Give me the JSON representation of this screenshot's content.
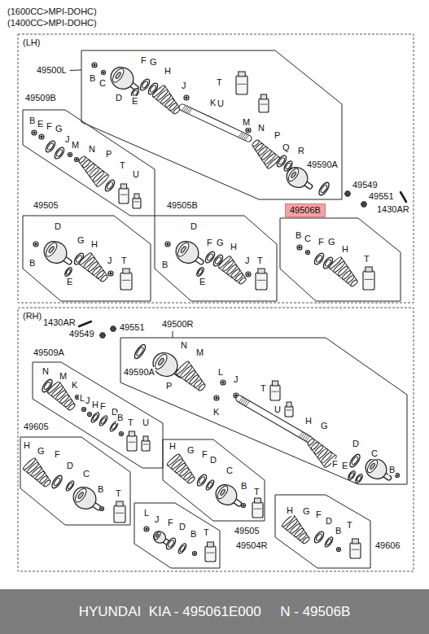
{
  "diagram": {
    "caption": "HYUNDAI  KIA - 495061E000     N - 49506B",
    "nodes": [
      {
        "text": [
          "(LH)"
        ]
      },
      {
        "text": [
          "49500L"
        ],
        "in": 0
      },
      {
        "text": [
          "49509B"
        ],
        "in": 0
      },
      {
        "text": [
          "49505"
        ],
        "in": 0
      },
      {
        "text": [
          "49505B"
        ],
        "in": 0
      },
      {
        "text": [
          "49506B"
        ],
        "in": 0
      },
      {
        "text": [
          "(RH)"
        ]
      },
      {
        "text": [
          "49500R"
        ],
        "in": 6
      },
      {
        "text": [
          "49509A"
        ],
        "in": 6
      },
      {
        "text": [
          "49605"
        ],
        "in": 6
      },
      {
        "text": [
          "49505"
        ],
        "in": 6
      },
      {
        "text": [
          "49504R"
        ],
        "in": 6
      },
      {
        "text": [
          "49606"
        ],
        "in": 6
      }
    ],
    "labels": [
      "(1600CC>MPI-DOHC)",
      "(1400CC>MPI-DOHC)",
      "B",
      "C",
      "D",
      "E",
      "F",
      "G",
      "H",
      "J",
      "K",
      "T",
      "U",
      "M",
      "N",
      "P",
      "Q",
      "R",
      "49590A",
      "49549",
      "49551",
      "1430AR",
      "B",
      "E",
      "F",
      "G",
      "J",
      "M",
      "N",
      "P",
      "T",
      "U",
      "D",
      "B",
      "G",
      "H",
      "E",
      "J",
      "T",
      "D",
      "B",
      "F",
      "G",
      "H",
      "E",
      "J",
      "T",
      "B",
      "C",
      "F",
      "G",
      "H",
      "T",
      "1430AR",
      "49549",
      "49551",
      "49590A",
      "N",
      "M",
      "P",
      "K",
      "L",
      "J",
      "T",
      "U",
      "H",
      "G",
      "D",
      "C",
      "F",
      "E",
      "B",
      "N",
      "M",
      "K",
      "L",
      "J",
      "H",
      "F",
      "D",
      "B",
      "T",
      "U",
      "H",
      "G",
      "F",
      "D",
      "C",
      "B",
      "T",
      "H",
      "G",
      "F",
      "D",
      "C",
      "B",
      "T",
      "L",
      "J",
      "F",
      "D",
      "B",
      "T",
      "H",
      "G",
      "F",
      "D",
      "B",
      "T"
    ]
  }
}
